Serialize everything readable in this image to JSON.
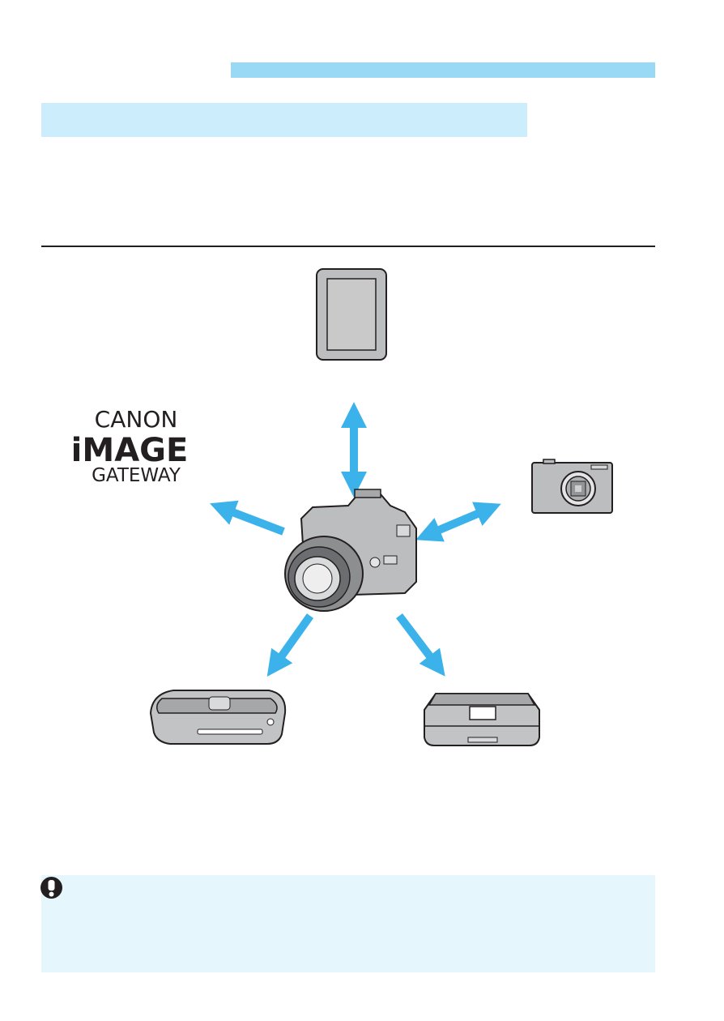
{
  "logo": {
    "line1": "CANON",
    "line2": "iMAGE",
    "line3": "GATEWAY"
  },
  "diagram": {
    "center_device": "dslr-camera",
    "connected_devices": [
      "smartphone",
      "web-service",
      "compact-camera",
      "printer",
      "connect-station"
    ],
    "arrow_color": "#3cb2ea"
  },
  "colors": {
    "header_band": "#99d9f5",
    "heading_band": "#cceefc",
    "note_background": "#e6f6fd"
  }
}
